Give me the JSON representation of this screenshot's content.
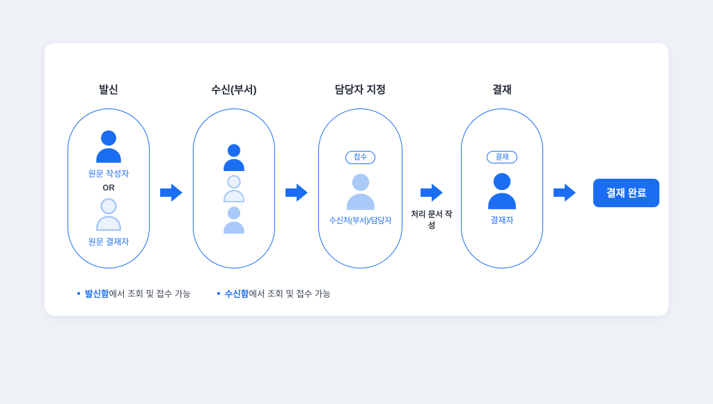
{
  "theme": {
    "primary": "#1b6ef3",
    "light_blue": "#a9c9f9",
    "pale_blue": "#eaf2fe",
    "title_color": "#232b38",
    "note_color": "#3d4654",
    "page_bg": "#eef1f6",
    "card_bg": "#ffffff"
  },
  "icons": {
    "person": "person-silhouette",
    "arrow": "right-block-arrow"
  },
  "stages": [
    {
      "title": "발신",
      "person1_label": "원문 작성자",
      "or_label": "OR",
      "person2_label": "원문 결재자"
    },
    {
      "title": "수신(부서)"
    },
    {
      "title": "담당자 지정",
      "badge": "접수",
      "person_label": "수신처(부서)/담당자"
    },
    {
      "title": "결재",
      "badge": "결재",
      "person_label": "결재자"
    }
  ],
  "arrow_caption": "처리 문서 작성",
  "result_button": "결재 완료",
  "notes": [
    {
      "bold": "발신함",
      "rest": "에서 조회 및 접수 가능"
    },
    {
      "bold": "수신함",
      "rest": "에서 조회 및 접수 가능"
    }
  ]
}
